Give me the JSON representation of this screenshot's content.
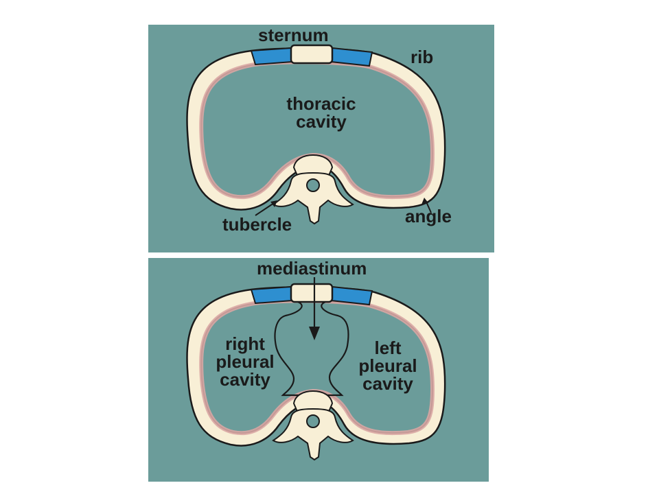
{
  "colors": {
    "panel_bg": "#6b9c9a",
    "bone": "#f8efd6",
    "cartilage": "#2e8fd0",
    "pleura": "#d9a7a4",
    "outline": "#1a1a1a"
  },
  "top_panel": {
    "labels": {
      "sternum": "sternum",
      "rib": "rib",
      "thoracic_cavity": [
        "thoracic",
        "cavity"
      ],
      "tubercle": "tubercle",
      "angle": "angle"
    }
  },
  "bottom_panel": {
    "labels": {
      "mediastinum": "mediastinum",
      "right_pleural_cavity": [
        "right",
        "pleural",
        "cavity"
      ],
      "left_pleural_cavity": [
        "left",
        "pleural",
        "cavity"
      ]
    }
  }
}
